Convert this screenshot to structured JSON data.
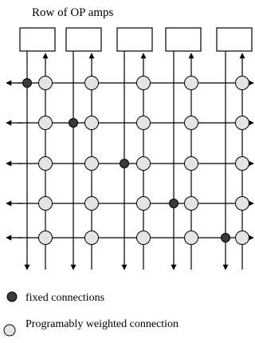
{
  "title": "Row of OP amps",
  "legend": {
    "fixed_label": "fixed connections",
    "weighted_label": "Programably weighted connection"
  },
  "colors": {
    "line": "#000000",
    "fixed_fill": "#3a3a3a",
    "weighted_fill": "#e4e4e4",
    "box_fill": "#ffffff"
  },
  "op_amp_count": 5,
  "row_count": 5,
  "fixed_connections": [
    {
      "row": 1,
      "amp": 1
    },
    {
      "row": 2,
      "amp": 2
    },
    {
      "row": 3,
      "amp": 3
    },
    {
      "row": 4,
      "amp": 4
    },
    {
      "row": 5,
      "amp": 5
    }
  ]
}
